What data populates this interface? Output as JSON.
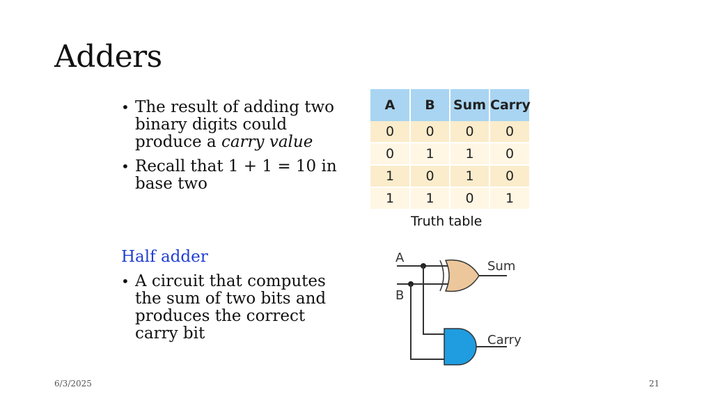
{
  "slide": {
    "title": "Adders",
    "bullets": {
      "b1_start": "The result of adding two binary digits could produce a ",
      "b1_emph": "carry value",
      "b2": "Recall that 1 + 1 = 10 in base two"
    },
    "half_adder": {
      "heading": "Half adder",
      "bullet": "A circuit that computes the sum of two bits and produces the correct carry bit"
    }
  },
  "truth_table": {
    "headers": [
      "A",
      "B",
      "Sum",
      "Carry"
    ],
    "rows": [
      [
        "0",
        "0",
        "0",
        "0"
      ],
      [
        "0",
        "1",
        "1",
        "0"
      ],
      [
        "1",
        "0",
        "1",
        "0"
      ],
      [
        "1",
        "1",
        "0",
        "1"
      ]
    ],
    "caption": "Truth table",
    "colors": {
      "header_bg": "#a9d5f2",
      "row_bg": "#fbeccb"
    }
  },
  "circuit": {
    "input_a": "A",
    "input_b": "B",
    "output_sum": "Sum",
    "output_carry": "Carry",
    "xor_gate_color": "#ecc79b",
    "and_gate_color": "#1f9de0"
  },
  "footer": {
    "date": "6/3/2025",
    "page_number": "21"
  }
}
